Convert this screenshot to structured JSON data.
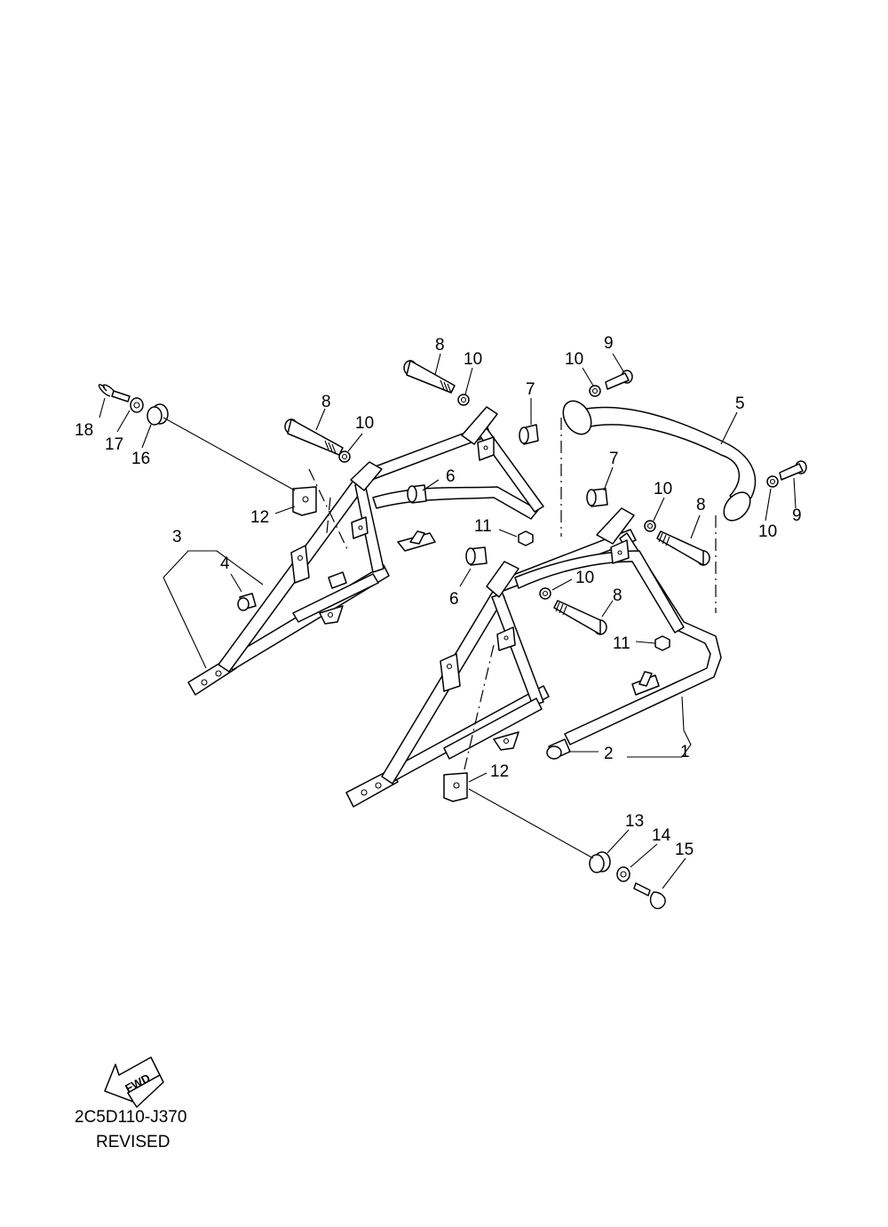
{
  "diagram": {
    "part_numbers": [
      "1",
      "2",
      "3",
      "4",
      "5",
      "6",
      "7",
      "8",
      "9",
      "10",
      "11",
      "12",
      "13",
      "14",
      "15",
      "16",
      "17",
      "18"
    ],
    "fwd_label": "FWD",
    "drawing_code": "2C5D110-J370",
    "revision_note": "REVISED"
  },
  "callouts": [
    {
      "id": "c8a",
      "text": "8"
    },
    {
      "id": "c10a",
      "text": "10"
    },
    {
      "id": "c10b",
      "text": "10"
    },
    {
      "id": "c9a",
      "text": "9"
    },
    {
      "id": "c7a",
      "text": "7"
    },
    {
      "id": "c8b",
      "text": "8"
    },
    {
      "id": "c10c",
      "text": "10"
    },
    {
      "id": "c5",
      "text": "5"
    },
    {
      "id": "c18",
      "text": "18"
    },
    {
      "id": "c17",
      "text": "17"
    },
    {
      "id": "c16",
      "text": "16"
    },
    {
      "id": "c6a",
      "text": "6"
    },
    {
      "id": "c12a",
      "text": "12"
    },
    {
      "id": "c3",
      "text": "3"
    },
    {
      "id": "c4",
      "text": "4"
    },
    {
      "id": "c11a",
      "text": "11"
    },
    {
      "id": "c7b",
      "text": "7"
    },
    {
      "id": "c10d",
      "text": "10"
    },
    {
      "id": "c8c",
      "text": "8"
    },
    {
      "id": "c10e",
      "text": "10"
    },
    {
      "id": "c9b",
      "text": "9"
    },
    {
      "id": "c6b",
      "text": "6"
    },
    {
      "id": "c10f",
      "text": "10"
    },
    {
      "id": "c8d",
      "text": "8"
    },
    {
      "id": "c11b",
      "text": "11"
    },
    {
      "id": "c2",
      "text": "2"
    },
    {
      "id": "c1",
      "text": "1"
    },
    {
      "id": "c12b",
      "text": "12"
    },
    {
      "id": "c13",
      "text": "13"
    },
    {
      "id": "c14",
      "text": "14"
    },
    {
      "id": "c15",
      "text": "15"
    }
  ]
}
